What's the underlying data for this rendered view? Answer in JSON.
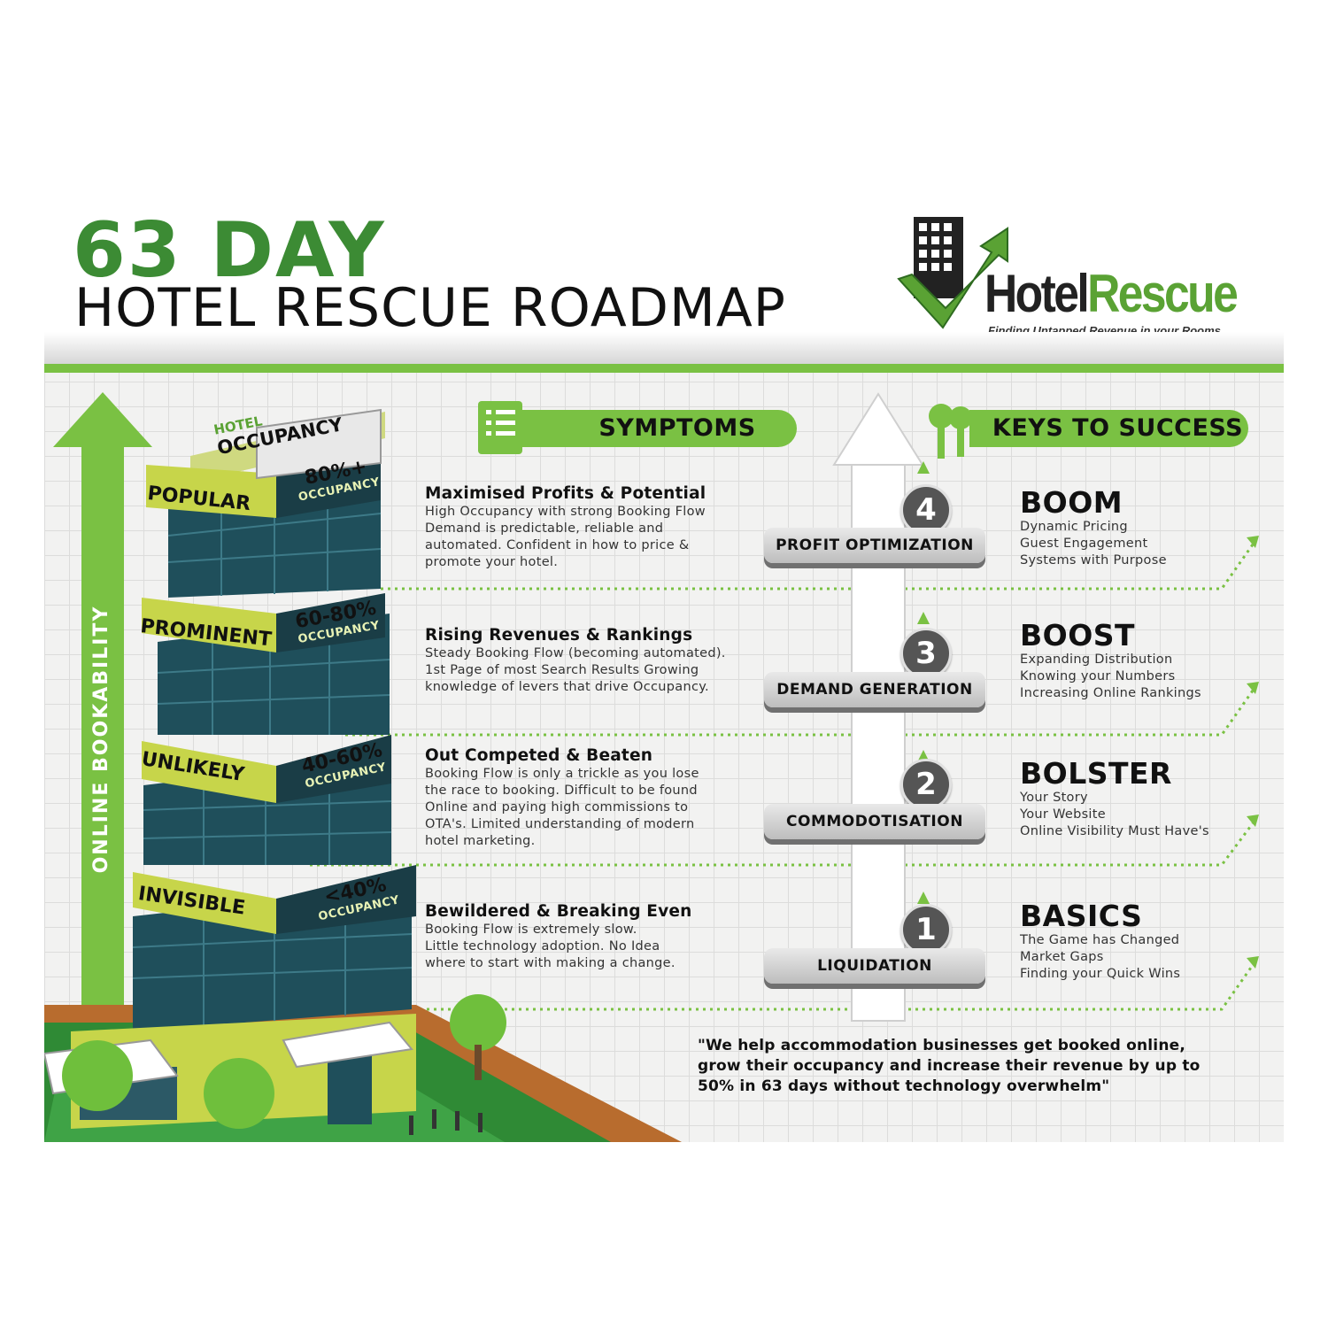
{
  "title": {
    "line1": "63 DAY",
    "line2": "HOTEL RESCUE ROADMAP"
  },
  "logo": {
    "name_part1": "Hotel",
    "name_part2": "Rescue",
    "tagline": "Finding Untapped Revenue in your Rooms"
  },
  "axis_label": "ONLINE BOOKABILITY",
  "headers": {
    "symptoms": "SYMPTOMS",
    "keys": "KEYS TO SUCCESS"
  },
  "building": {
    "sign_line1": "HOTEL",
    "sign_line2": "OCCUPANCY",
    "floors": [
      {
        "label": "POPULAR",
        "percent": "80%+",
        "unit": "OCCUPANCY"
      },
      {
        "label": "PROMINENT",
        "percent": "60-80%",
        "unit": "OCCUPANCY"
      },
      {
        "label": "UNLIKELY",
        "percent": "40-60%",
        "unit": "OCCUPANCY"
      },
      {
        "label": "INVISIBLE",
        "percent": "<40%",
        "unit": "OCCUPANCY"
      }
    ]
  },
  "symptoms": [
    {
      "heading": "Maximised Profits & Potential",
      "lines": [
        "High Occupancy with strong Booking Flow",
        "Demand is predictable, reliable and",
        "automated. Confident in how to price &",
        "promote your hotel."
      ]
    },
    {
      "heading": "Rising Revenues & Rankings",
      "lines": [
        "Steady Booking Flow (becoming automated).",
        "1st Page of most Search Results Growing",
        "knowledge of levers that drive Occupancy."
      ]
    },
    {
      "heading": "Out Competed & Beaten",
      "lines": [
        "Booking Flow is only a trickle as you lose",
        "the race to booking. Difficult to be found",
        "Online and paying high commissions to",
        "OTA's. Limited understanding of modern",
        "hotel marketing."
      ]
    },
    {
      "heading": "Bewildered & Breaking Even",
      "lines": [
        "Booking Flow is extremely slow.",
        "Little technology adoption. No Idea",
        "where to start with making a change."
      ]
    }
  ],
  "stages": [
    {
      "number": "4",
      "label": "PROFIT OPTIMIZATION"
    },
    {
      "number": "3",
      "label": "DEMAND GENERATION"
    },
    {
      "number": "2",
      "label": "COMMODOTISATION"
    },
    {
      "number": "1",
      "label": "LIQUIDATION"
    }
  ],
  "keys": [
    {
      "heading": "BOOM",
      "lines": [
        "Dynamic Pricing",
        "Guest Engagement",
        "Systems with Purpose"
      ]
    },
    {
      "heading": "BOOST",
      "lines": [
        "Expanding Distribution",
        "Knowing your Numbers",
        "Increasing Online Rankings"
      ]
    },
    {
      "heading": "BOLSTER",
      "lines": [
        "Your Story",
        "Your Website",
        "Online Visibility Must Have's"
      ]
    },
    {
      "heading": "BASICS",
      "lines": [
        "The Game has Changed",
        "Market Gaps",
        "Finding your Quick Wins"
      ]
    }
  ],
  "quote": "\"We help accommodation businesses get booked online, grow their occupancy and increase their revenue by up to 50% in 63 days without technology overwhelm\"",
  "colors": {
    "brand_green": "#7ac143",
    "title_green": "#3c8b34",
    "tower_dark": "#1f4f5b",
    "tower_light": "#c7d54a"
  }
}
